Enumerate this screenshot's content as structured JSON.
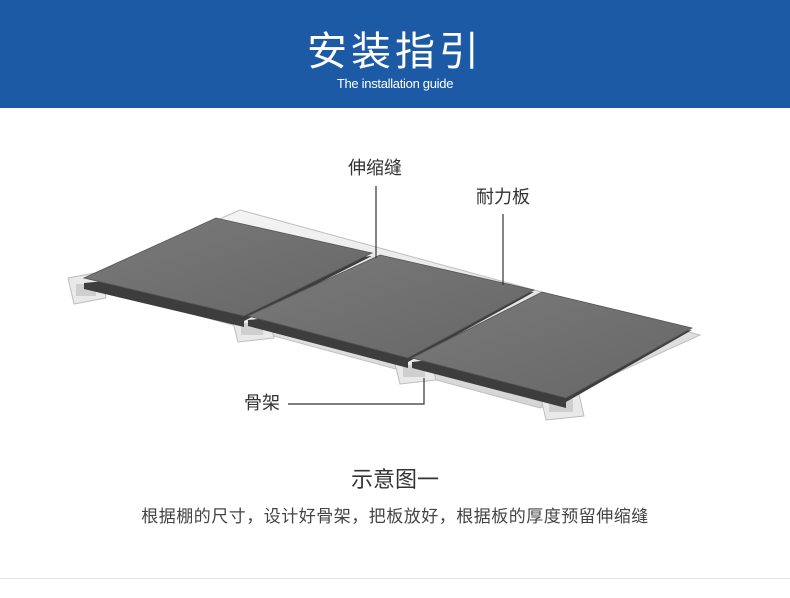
{
  "header": {
    "title": "安装指引",
    "subtitle": "The installation guide"
  },
  "diagram": {
    "labels": {
      "expansion_joint": "伸缩缝",
      "panel": "耐力板",
      "frame": "骨架"
    }
  },
  "caption": {
    "title": "示意图一",
    "description": "根据棚的尺寸，设计好骨架，把板放好，根据板的厚度预留伸缩缝"
  },
  "colors": {
    "banner": "#1c5aa6",
    "panel_top": "#6f6f6f",
    "panel_edge": "#3d3d3d",
    "frame": "#e6e6e6"
  }
}
